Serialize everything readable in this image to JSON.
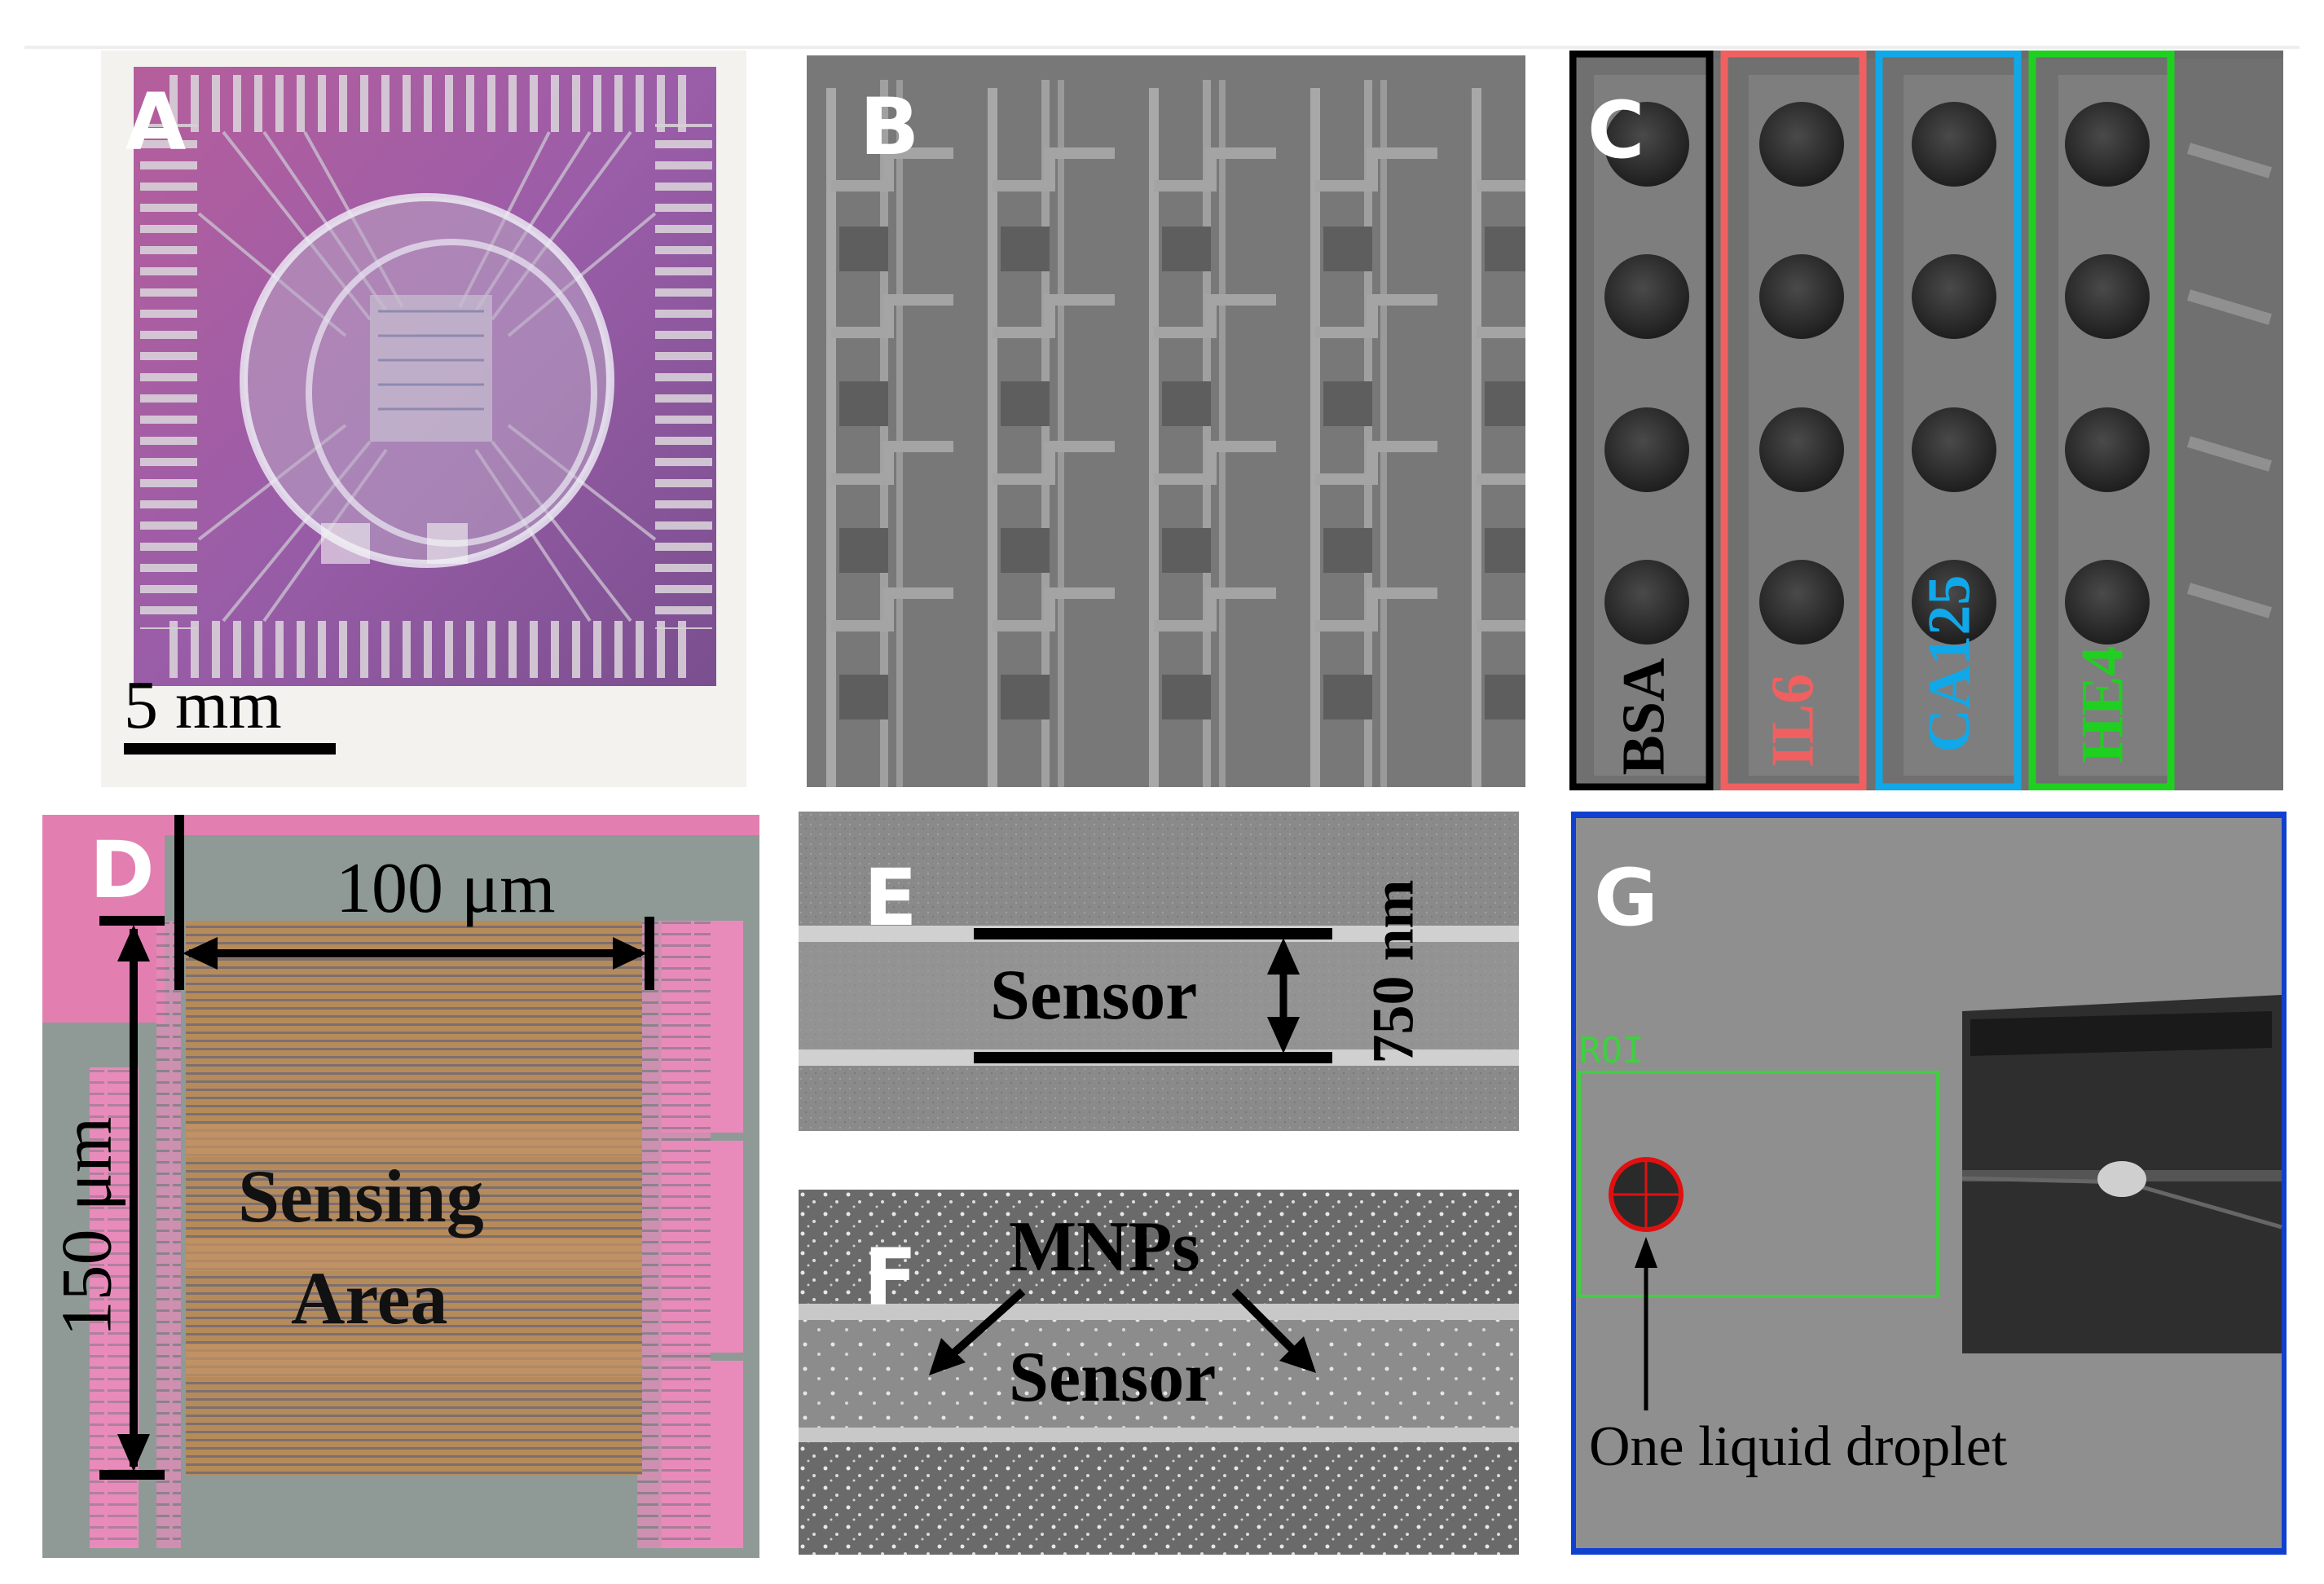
{
  "panels": {
    "a": {
      "label": "A",
      "scale_text": "5 mm"
    },
    "b": {
      "label": "B"
    },
    "c": {
      "label": "C",
      "columns": [
        {
          "text": "BSA",
          "color": "#000000"
        },
        {
          "text": "IL6",
          "color": "#f06060"
        },
        {
          "text": "CA125",
          "color": "#10a8e8"
        },
        {
          "text": "HE4",
          "color": "#20d020"
        }
      ]
    },
    "d": {
      "label": "D",
      "width_text": "100 μm",
      "height_text": "150 μm",
      "area_line1": "Sensing",
      "area_line2": "Area"
    },
    "e": {
      "label": "E",
      "sensor_text": "Sensor",
      "dim_text": "750 nm"
    },
    "f": {
      "label": "F",
      "mnp_text": "MNPs",
      "sensor_text": "Sensor"
    },
    "g": {
      "label": "G",
      "roi_text": "ROI",
      "caption": "One liquid droplet"
    }
  },
  "colors": {
    "pink": "#e27fb0",
    "roi_green": "#3fd03f",
    "frame_blue": "#1040d0",
    "droplet_red": "#e01010"
  }
}
